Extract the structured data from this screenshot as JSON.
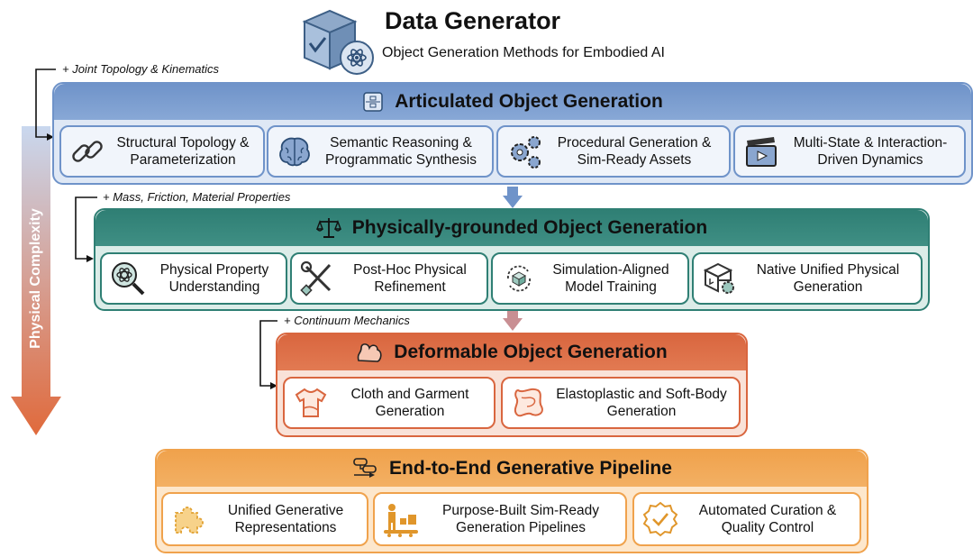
{
  "header": {
    "title": "Data Generator",
    "subtitle": "Object Generation Methods for Embodied AI"
  },
  "axis": {
    "label": "Physical Complexity"
  },
  "sections": [
    {
      "note": "+ Joint Topology & Kinematics",
      "title": "Articulated Object Generation",
      "icon": "mechanism-diagram-icon",
      "color": "#6f93c9",
      "cards": [
        {
          "label": "Structural Topology & Parameterization",
          "icon": "chain-link-icon"
        },
        {
          "label": "Semantic Reasoning & Programmatic Synthesis",
          "icon": "brain-icon"
        },
        {
          "label": "Procedural Generation & Sim-Ready Assets",
          "icon": "gears-icon"
        },
        {
          "label": "Multi-State & Interaction-Driven Dynamics",
          "icon": "clapperboard-icon"
        }
      ]
    },
    {
      "note": "+ Mass, Friction, Material Properties",
      "title": "Physically-grounded Object Generation",
      "icon": "balance-scale-icon",
      "color": "#2f7f74",
      "cards": [
        {
          "label": "Physical Property Understanding",
          "icon": "atom-magnifier-icon"
        },
        {
          "label": "Post-Hoc Physical Refinement",
          "icon": "wrench-screwdriver-icon"
        },
        {
          "label": "Simulation-Aligned Model Training",
          "icon": "cube-cycle-icon"
        },
        {
          "label": "Native Unified Physical Generation",
          "icon": "cube-gear-icon"
        }
      ]
    },
    {
      "note": "+ Continuum Mechanics",
      "title": "Deformable Object Generation",
      "icon": "blob-icon",
      "color": "#d9663f",
      "cards": [
        {
          "label": "Cloth and Garment Generation",
          "icon": "tshirt-icon"
        },
        {
          "label": "Elastoplastic and Soft-Body Generation",
          "icon": "soft-body-icon"
        }
      ]
    },
    {
      "title": "End-to-End Generative Pipeline",
      "icon": "pipeline-icon",
      "color": "#f0a24c",
      "cards": [
        {
          "label": "Unified Generative Representations",
          "icon": "puzzle-icon"
        },
        {
          "label": "Purpose-Built Sim-Ready Generation Pipelines",
          "icon": "conveyor-worker-icon"
        },
        {
          "label": "Automated Curation & Quality Control",
          "icon": "quality-check-icon"
        }
      ]
    }
  ]
}
